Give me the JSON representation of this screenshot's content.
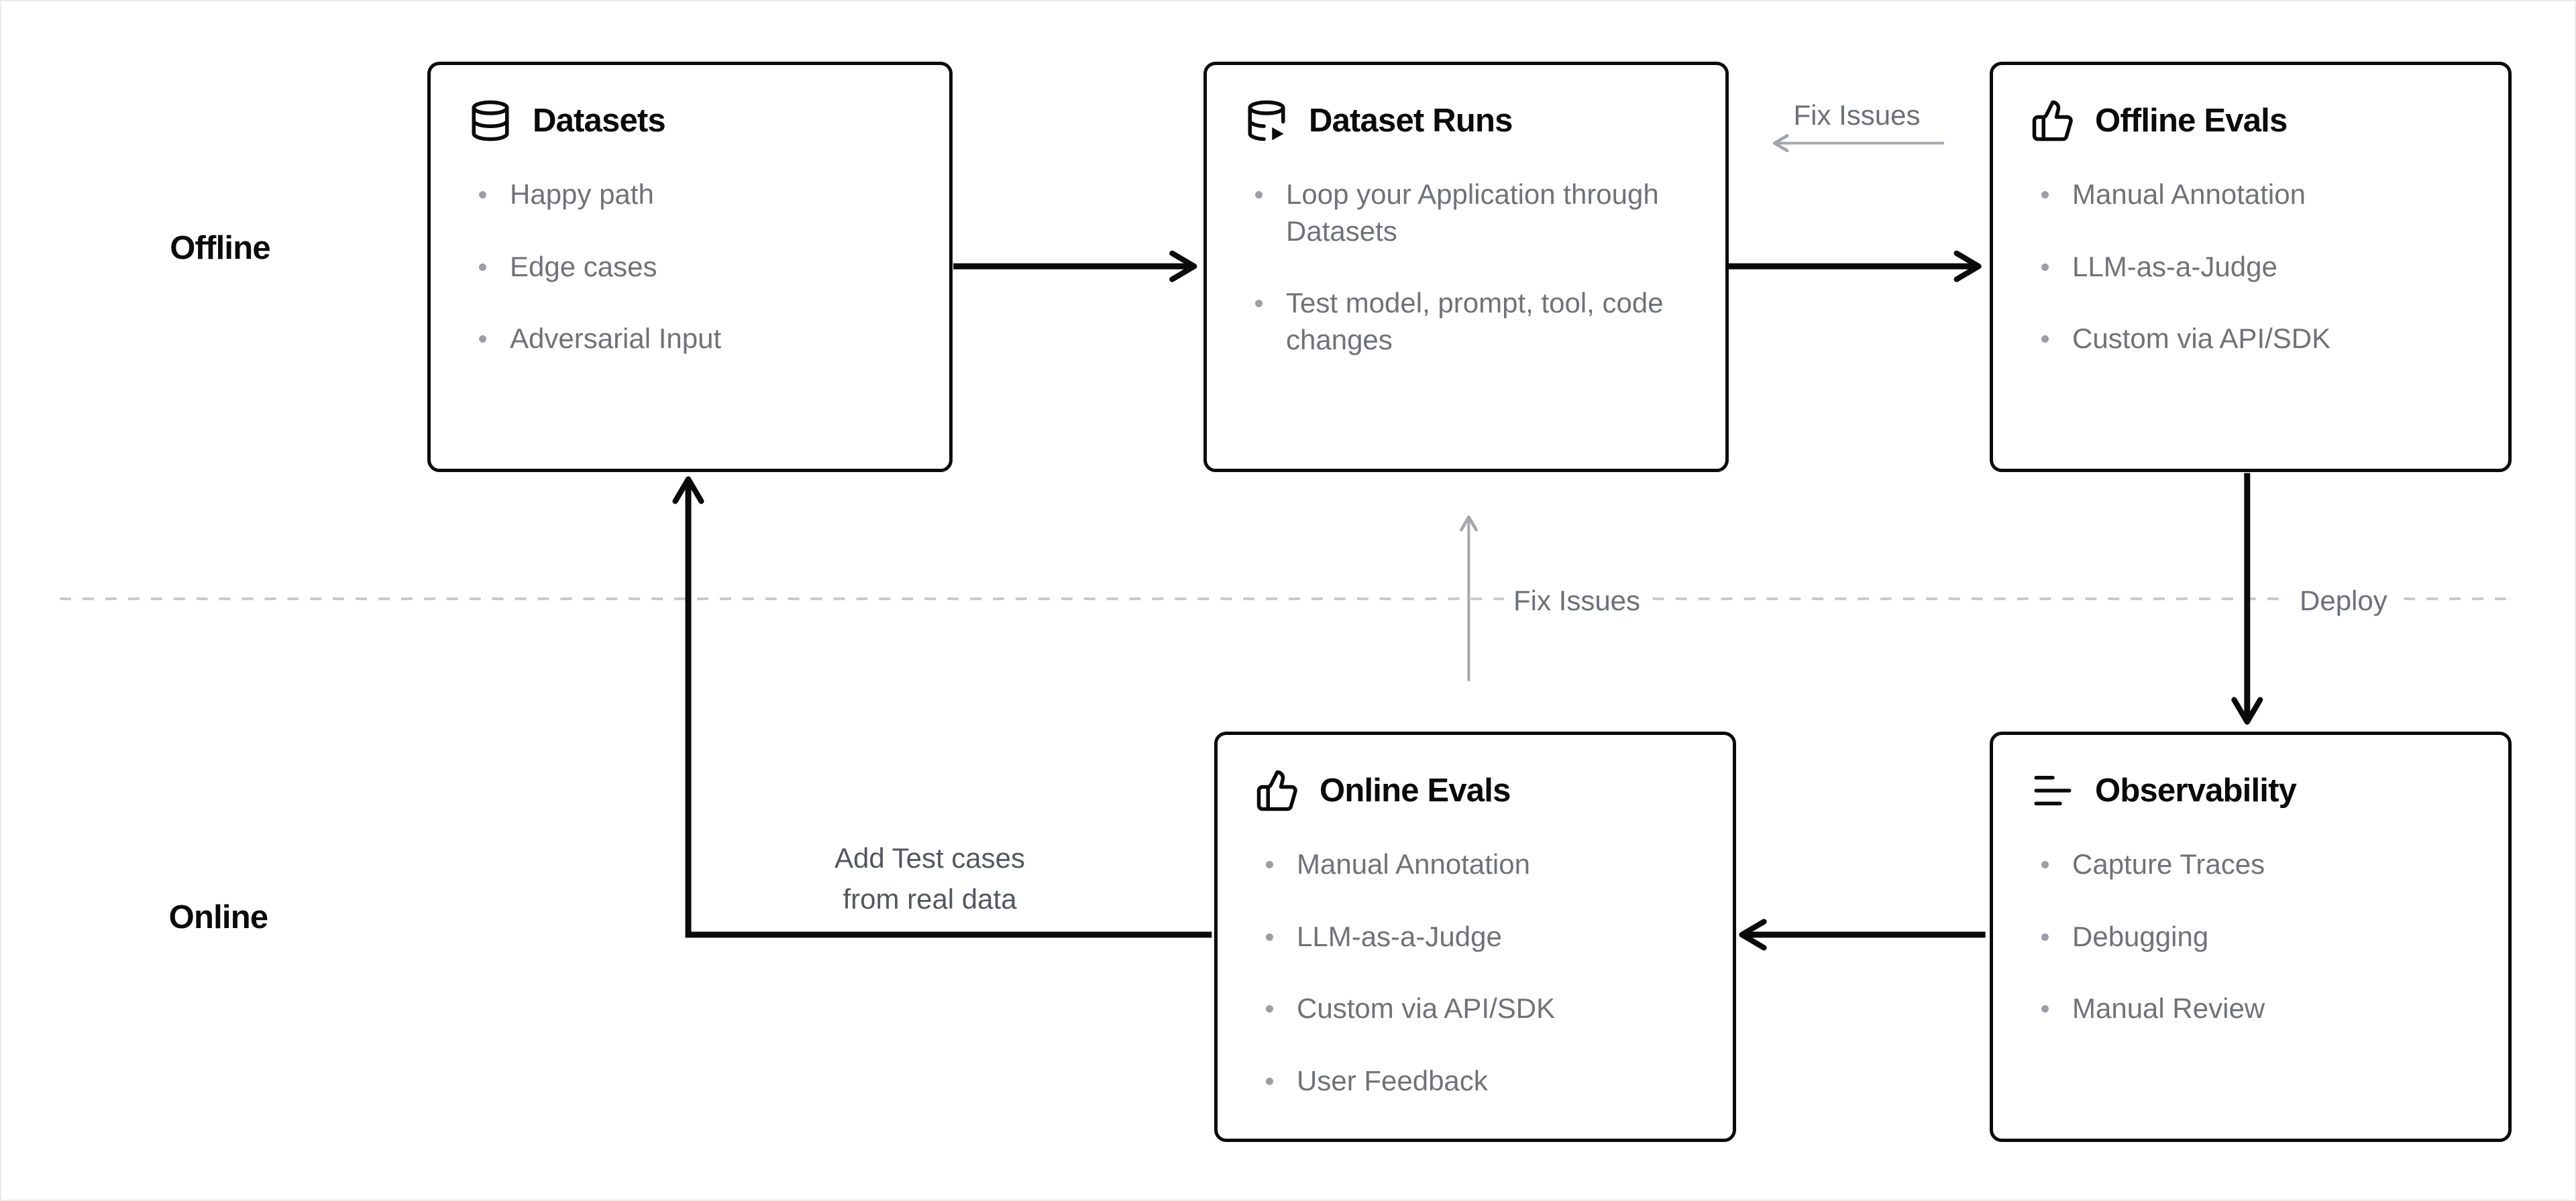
{
  "canvas": {
    "background": "#ffffff",
    "box_border_color": "#0a0a0a",
    "muted_text_color": "#71717a",
    "gray_arrow_color": "#a6a6ae",
    "dashed_line_color": "#c9c9cf"
  },
  "sections": {
    "offline": "Offline",
    "online": "Online"
  },
  "boxes": {
    "datasets": {
      "title": "Datasets",
      "icon": "database-icon",
      "items": [
        "Happy path",
        "Edge cases",
        "Adversarial Input"
      ]
    },
    "dataset_runs": {
      "title": "Dataset Runs",
      "icon": "database-runs-icon",
      "items": [
        "Loop your Application through Datasets",
        "Test model, prompt, tool, code changes"
      ]
    },
    "offline_evals": {
      "title": "Offline Evals",
      "icon": "thumbs-up-icon",
      "items": [
        "Manual Annotation",
        "LLM-as-a-Judge",
        "Custom via API/SDK"
      ]
    },
    "online_evals": {
      "title": "Online Evals",
      "icon": "thumbs-up-icon",
      "items": [
        "Manual Annotation",
        "LLM-as-a-Judge",
        "Custom via API/SDK",
        "User Feedback"
      ]
    },
    "observability": {
      "title": "Observability",
      "icon": "list-lines-icon",
      "items": [
        "Capture Traces",
        "Debugging",
        "Manual Review"
      ]
    }
  },
  "edges": {
    "fix_issues_top": "Fix Issues",
    "fix_issues_middle": "Fix Issues",
    "deploy": "Deploy",
    "add_test_cases": "Add Test cases\nfrom real data"
  }
}
